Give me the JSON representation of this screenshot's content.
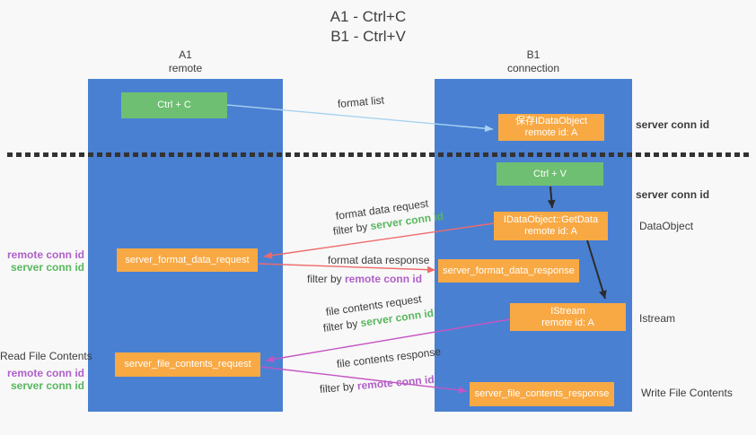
{
  "title": {
    "line1": "A1 - Ctrl+C",
    "line2": "B1 - Ctrl+V"
  },
  "columns": {
    "left": {
      "name": "A1",
      "role": "remote"
    },
    "right": {
      "name": "B1",
      "role": "connection"
    }
  },
  "nodes": {
    "ctrl_c": "Ctrl + C",
    "save_idataobject": {
      "line1": "保存IDataObject",
      "line2": "remote id: A"
    },
    "ctrl_v": "Ctrl + V",
    "getdata": {
      "line1": "IDataObject::GetData",
      "line2": "remote id: A"
    },
    "format_request": "server_format_data_request",
    "format_response": "server_format_data_response",
    "istream": {
      "line1": "IStream",
      "line2": "remote id: A"
    },
    "file_request": "server_file_contents_request",
    "file_response": "server_file_contents_response"
  },
  "flow_labels": {
    "format_list": "format list",
    "format_data_request": "format data request",
    "format_data_response": "format data response",
    "file_contents_request": "file contents request",
    "file_contents_response": "file contents response",
    "filter_by": "filter by ",
    "server_conn_id": "server conn id",
    "remote_conn_id": "remote conn id"
  },
  "side_labels": {
    "right_save_conn": "server conn id",
    "right_paste_conn": "server conn id",
    "dataobject": "DataObject",
    "istream": "Istream",
    "write_file": "Write File Contents",
    "left_top": {
      "remote": "remote conn id",
      "server": "server conn id"
    },
    "read_file": "Read File Contents",
    "left_bottom": {
      "remote": "remote conn id",
      "server": "server conn id"
    }
  },
  "colors": {
    "column_blue": "#4a80d2",
    "box_green": "#6fbf72",
    "box_orange": "#f8a944",
    "text_green": "#58b75e",
    "text_purple": "#b05fc9",
    "arrow_blue": "#a8d2f0",
    "arrow_red": "#ee6b6b",
    "arrow_magenta": "#c455c4",
    "arrow_black": "#2b2b2b"
  }
}
